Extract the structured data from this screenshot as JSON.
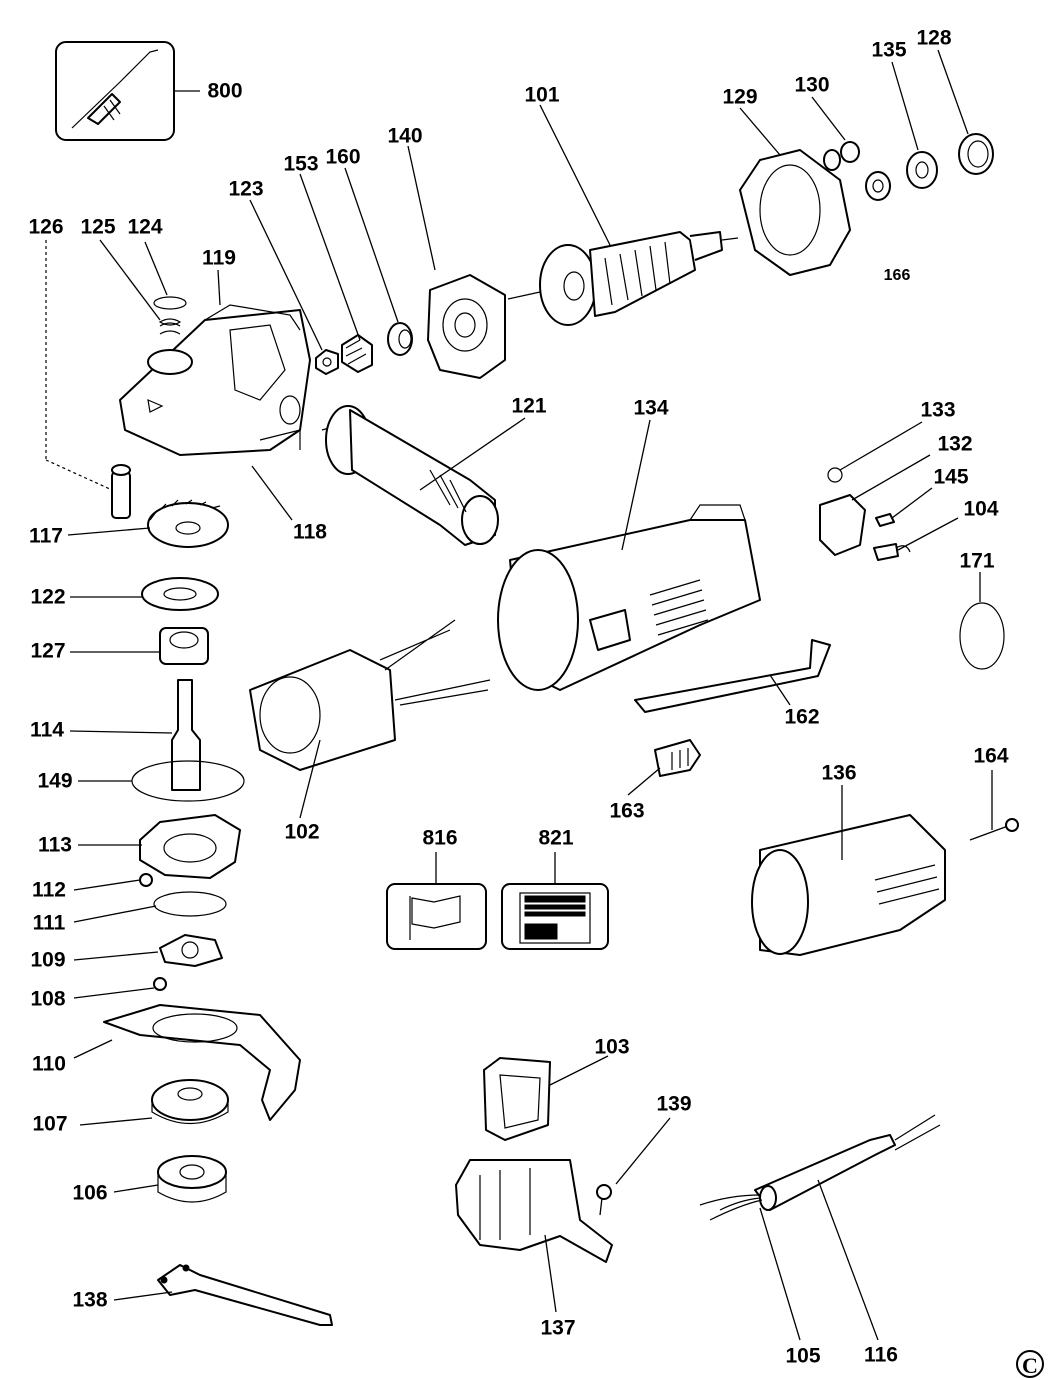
{
  "copyright_symbol": "C",
  "labels": {
    "p800": "800",
    "p101": "101",
    "p129": "129",
    "p130": "130",
    "p135": "135",
    "p128": "128",
    "p166": "166",
    "p140": "140",
    "p153": "153",
    "p160": "160",
    "p123": "123",
    "p126": "126",
    "p125": "125",
    "p124": "124",
    "p119": "119",
    "p121": "121",
    "p134": "134",
    "p133": "133",
    "p132": "132",
    "p145": "145",
    "p104": "104",
    "p171": "171",
    "p117": "117",
    "p118": "118",
    "p122": "122",
    "p127": "127",
    "p114": "114",
    "p149": "149",
    "p102": "102",
    "p162": "162",
    "p163": "163",
    "p136": "136",
    "p164": "164",
    "p113": "113",
    "p112": "112",
    "p111": "111",
    "p109": "109",
    "p108": "108",
    "p816": "816",
    "p821": "821",
    "p110": "110",
    "p107": "107",
    "p106": "106",
    "p103": "103",
    "p139": "139",
    "p138": "138",
    "p137": "137",
    "p105": "105",
    "p116": "116"
  }
}
